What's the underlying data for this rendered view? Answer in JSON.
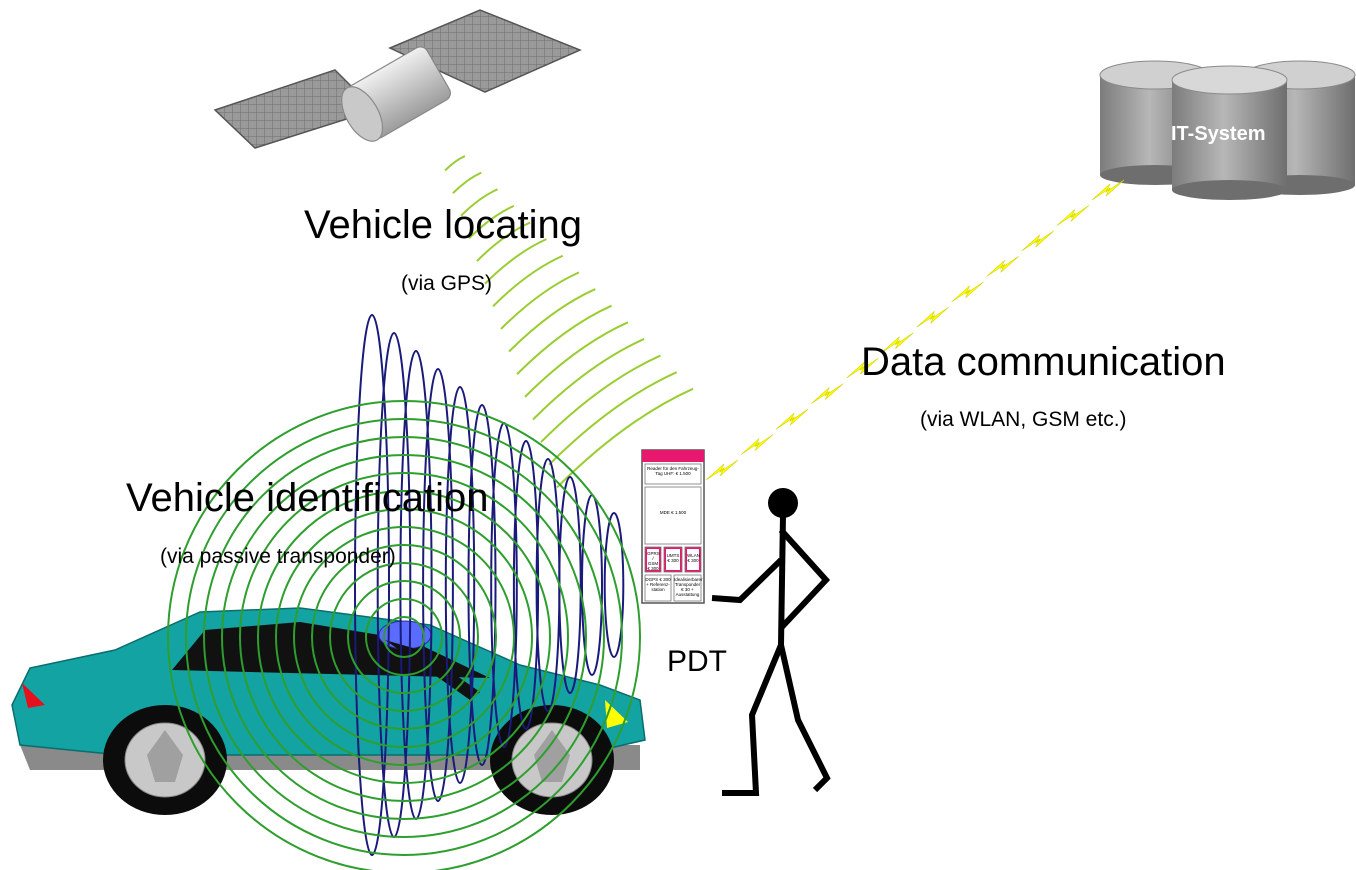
{
  "labels": {
    "vehicle_locating": "Vehicle locating",
    "via_gps": "(via GPS)",
    "data_communication": "Data communication",
    "via_wlan": "(via WLAN, GSM etc.)",
    "vehicle_identification": "Vehicle identification",
    "via_transponder": "(via passive transponder)",
    "pdt": "PDT",
    "it_system": "IT-System"
  },
  "device": {
    "reader": "Reader für den Fahrzeug-Tag UHF: € 1.500",
    "mde": "MDE € 1.500",
    "gprs": "GPRS / GSM € 300",
    "umts": "UMTS € 300",
    "wlan": "WLAN € 300",
    "dgps": "DGPS € 300 + Referenz-station",
    "transponder": "Idealisierbarer Transponder € 30 + Ausstattung"
  },
  "colors": {
    "car_body": "#13a3a3",
    "satellite_panel": "#8c8c8c",
    "gps_waves": "#9acd32",
    "transponder_rings": "#2e9e2e",
    "reader_ellipses": "#1a1a7a",
    "lightning": "#ffff00",
    "device_accent": "#e6196e",
    "cylinders": "#8a8a8a"
  }
}
